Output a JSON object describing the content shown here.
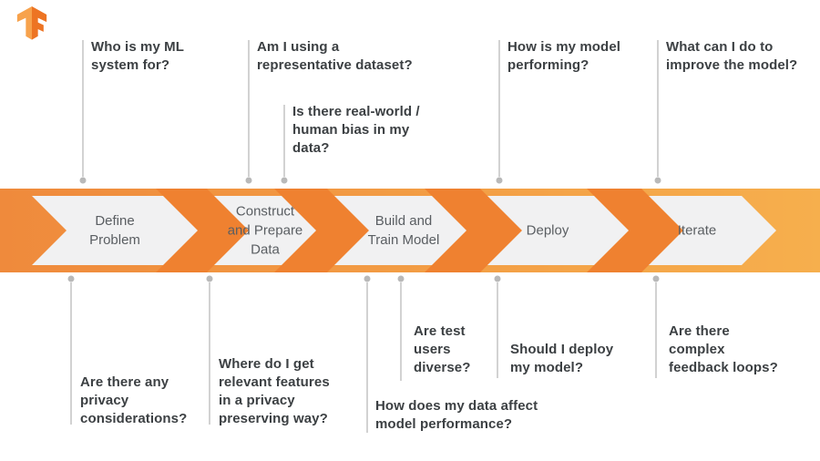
{
  "logo": {
    "name": "TensorFlow logo"
  },
  "banner": {
    "colors": {
      "gradient_left": "#EF8A3C",
      "gradient_right": "#F6AF4D",
      "divider": "#EF8130",
      "stage_fill": "#F1F1F2",
      "stage_text": "#5A5E62"
    },
    "stages": [
      {
        "label": "Define Problem",
        "lines": [
          "Define",
          "Problem"
        ]
      },
      {
        "label": "Construct and Prepare Data",
        "lines": [
          "Construct",
          "and Prepare",
          "Data"
        ]
      },
      {
        "label": "Build and Train Model",
        "lines": [
          "Build and",
          "Train Model"
        ]
      },
      {
        "label": "Deploy",
        "lines": [
          "Deploy"
        ]
      },
      {
        "label": "Iterate",
        "lines": [
          "Iterate"
        ]
      }
    ]
  },
  "top_questions": [
    {
      "text": "Who is my ML system for?",
      "lines": [
        "Who is my ML",
        "system for?"
      ]
    },
    {
      "text": "Am I using a representative dataset?",
      "lines": [
        "Am I using a",
        "representative dataset?"
      ]
    },
    {
      "text": "Is there real-world / human bias in my data?",
      "lines": [
        "Is there real-world /",
        "human bias in my",
        "data?"
      ]
    },
    {
      "text": "How is my model performing?",
      "lines": [
        "How is my model",
        "performing?"
      ]
    },
    {
      "text": "What can I do to improve the model?",
      "lines": [
        "What can I do to",
        "improve the model?"
      ]
    }
  ],
  "bottom_questions": [
    {
      "text": "Are there any privacy considerations?",
      "lines": [
        "Are there any",
        "privacy",
        "considerations?"
      ]
    },
    {
      "text": "Where do I get relevant features in a privacy preserving way?",
      "lines": [
        "Where do I get",
        "relevant features",
        "in a privacy",
        "preserving way?"
      ]
    },
    {
      "text": "How does my data affect model performance?",
      "lines": [
        "How does my data affect",
        "model performance?"
      ]
    },
    {
      "text": "Are test users diverse?",
      "lines": [
        "Are test",
        "users",
        "diverse?"
      ]
    },
    {
      "text": "Should I deploy my model?",
      "lines": [
        "Should I deploy",
        "my model?"
      ]
    },
    {
      "text": "Are there complex feedback loops?",
      "lines": [
        "Are there",
        "complex",
        "feedback loops?"
      ]
    }
  ]
}
